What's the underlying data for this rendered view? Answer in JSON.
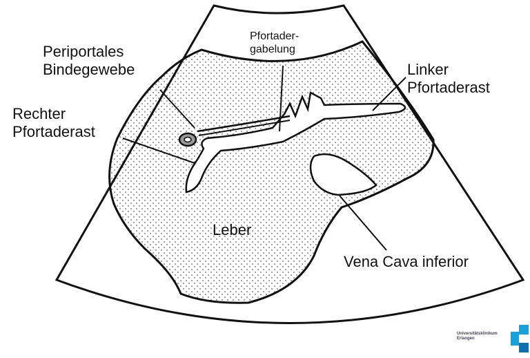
{
  "labels": {
    "periportales": [
      "Periportales",
      "Bindegewebe"
    ],
    "pfortadergabelung": [
      "Pfortader-",
      "gabelung"
    ],
    "linker": [
      "Linker",
      "Pfortaderast"
    ],
    "rechter": [
      "Rechter",
      "Pfortaderast"
    ],
    "leber": "Leber",
    "vena_cava": "Vena Cava inferior"
  },
  "logo": {
    "lines": [
      "Universitätsklinikum",
      "Erlangen"
    ],
    "colors": [
      "#1aa0d8",
      "#0f6fae"
    ]
  },
  "colors": {
    "outline": "#111111",
    "dots": "#333333",
    "background": "#ffffff"
  }
}
